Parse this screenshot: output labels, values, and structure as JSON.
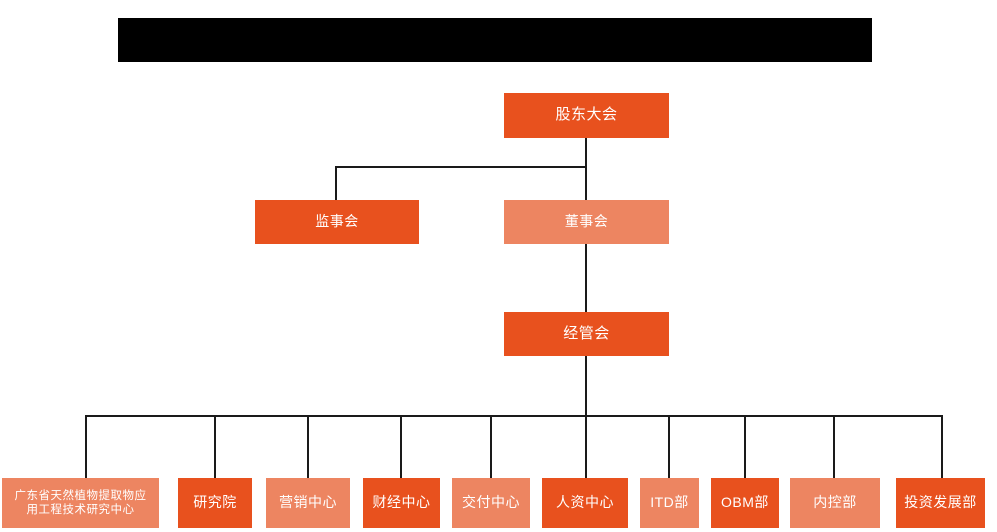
{
  "title_bar": {
    "label": "",
    "redacted": true,
    "color": "#000000"
  },
  "palette": {
    "dark_orange": "#E8511E",
    "light_orange": "#ED8561",
    "connector": "#1a1a1a",
    "background": "#ffffff",
    "text": "#ffffff"
  },
  "chart_data": {
    "type": "diagram",
    "subtype": "org-chart",
    "title": "",
    "levels": [
      {
        "level": 1,
        "nodes": [
          {
            "id": "shareholders",
            "label": "股东大会",
            "tone": "dark"
          }
        ]
      },
      {
        "level": 2,
        "nodes": [
          {
            "id": "supervisory",
            "label": "监事会",
            "tone": "dark"
          },
          {
            "id": "board",
            "label": "董事会",
            "tone": "light"
          }
        ]
      },
      {
        "level": 3,
        "nodes": [
          {
            "id": "management",
            "label": "经管会",
            "tone": "dark"
          }
        ]
      },
      {
        "level": 4,
        "nodes": [
          {
            "id": "rd-center",
            "label": "广东省天然植物提取物应用工程技术研究中心",
            "label_line1": "广东省天然植物提取物应",
            "label_line2": "用工程技术研究中心",
            "tone": "light"
          },
          {
            "id": "institute",
            "label": "研究院",
            "tone": "dark"
          },
          {
            "id": "marketing",
            "label": "营销中心",
            "tone": "light"
          },
          {
            "id": "finance",
            "label": "财经中心",
            "tone": "dark"
          },
          {
            "id": "delivery",
            "label": "交付中心",
            "tone": "light"
          },
          {
            "id": "hr",
            "label": "人资中心",
            "tone": "dark"
          },
          {
            "id": "itd",
            "label": "ITD部",
            "tone": "light"
          },
          {
            "id": "obm",
            "label": "OBM部",
            "tone": "dark"
          },
          {
            "id": "internal-control",
            "label": "内控部",
            "tone": "light"
          },
          {
            "id": "investment",
            "label": "投资发展部",
            "tone": "dark"
          }
        ]
      }
    ],
    "edges": [
      {
        "from": "shareholders",
        "to": "supervisory"
      },
      {
        "from": "shareholders",
        "to": "board"
      },
      {
        "from": "board",
        "to": "management"
      },
      {
        "from": "management",
        "to": "rd-center"
      },
      {
        "from": "management",
        "to": "institute"
      },
      {
        "from": "management",
        "to": "marketing"
      },
      {
        "from": "management",
        "to": "finance"
      },
      {
        "from": "management",
        "to": "delivery"
      },
      {
        "from": "management",
        "to": "hr"
      },
      {
        "from": "management",
        "to": "itd"
      },
      {
        "from": "management",
        "to": "obm"
      },
      {
        "from": "management",
        "to": "internal-control"
      },
      {
        "from": "management",
        "to": "investment"
      }
    ]
  }
}
